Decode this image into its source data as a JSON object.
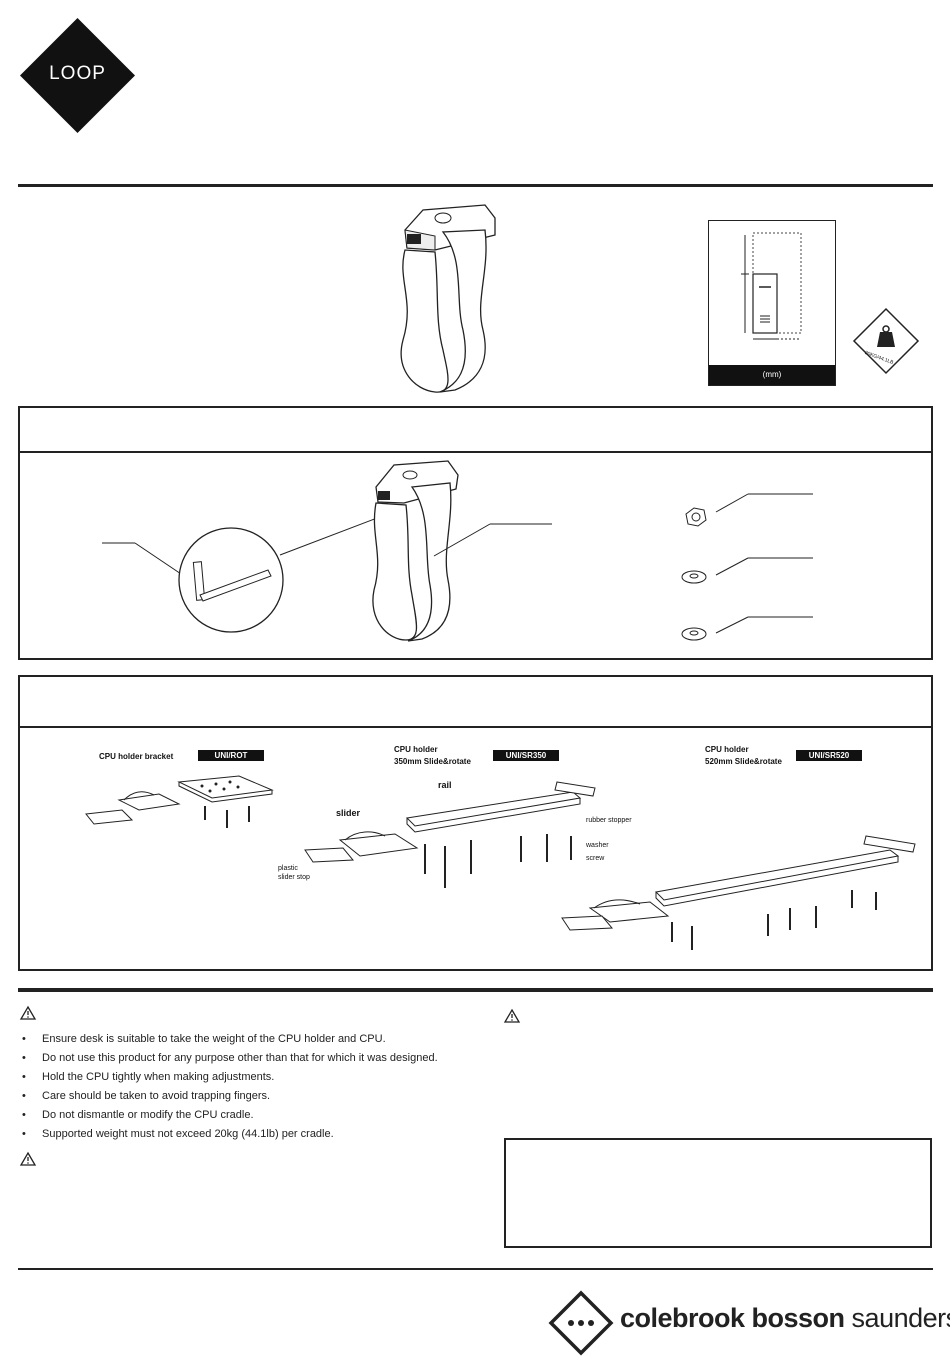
{
  "brand": {
    "logo_text": "LOOP",
    "footer_brand_bold": "colebrook bosson",
    "footer_brand_light": " saunders"
  },
  "dimensions_panel": {
    "unit_label": "(mm)"
  },
  "weight_badge": {
    "text": "20KG/44.1LB"
  },
  "accessory_variants": [
    {
      "title": "CPU holder bracket",
      "subtitle": "",
      "code": "UNI/ROT"
    },
    {
      "title": "CPU holder",
      "subtitle": "350mm Slide&rotate",
      "code": "UNI/SR350"
    },
    {
      "title": "CPU holder",
      "subtitle": "520mm Slide&rotate",
      "code": "UNI/SR520"
    }
  ],
  "part_labels": {
    "rail": "rail",
    "slider": "slider",
    "rubber_stopper": "rubber stopper",
    "washer": "washer",
    "screw": "screw",
    "plastic_slider_stop": "plastic\nslider stop"
  },
  "safety": {
    "bullets": [
      "Ensure desk is suitable to take the weight of the CPU holder and CPU.",
      "Do not use this product for any purpose other than that for which it was designed.",
      "Hold the CPU tightly when making adjustments.",
      "Care should be taken to avoid trapping fingers.",
      "Do not dismantle or modify the CPU cradle.",
      "Supported weight must not exceed 20kg (44.1lb) per cradle."
    ]
  },
  "colors": {
    "ink": "#222222",
    "paper": "#ffffff"
  }
}
